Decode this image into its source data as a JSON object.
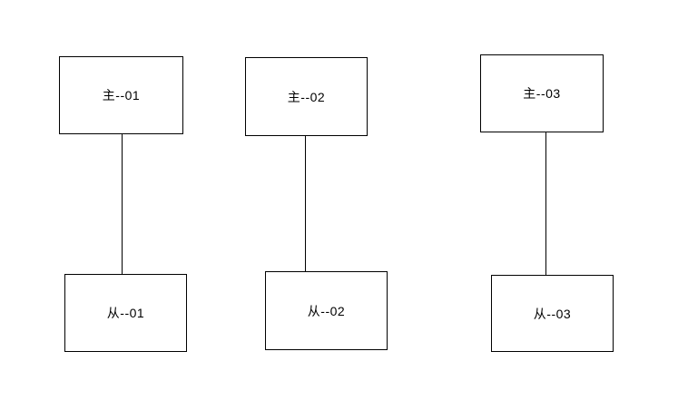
{
  "diagram": {
    "background_color": "#ffffff",
    "stroke_color": "#000000",
    "text_color": "#000000",
    "nodes": [
      {
        "id": "master-01",
        "label": "主--01",
        "role": "master"
      },
      {
        "id": "master-02",
        "label": "主--02",
        "role": "master"
      },
      {
        "id": "master-03",
        "label": "主--03",
        "role": "master"
      },
      {
        "id": "slave-01",
        "label": "从--01",
        "role": "slave"
      },
      {
        "id": "slave-02",
        "label": "从--02",
        "role": "slave"
      },
      {
        "id": "slave-03",
        "label": "从--03",
        "role": "slave"
      }
    ],
    "connections": [
      {
        "from": "master-01",
        "to": "slave-01",
        "style": "straight-vertical-line"
      },
      {
        "from": "master-02",
        "to": "slave-02",
        "style": "straight-vertical-line"
      },
      {
        "from": "master-03",
        "to": "slave-03",
        "style": "straight-vertical-line"
      }
    ]
  }
}
